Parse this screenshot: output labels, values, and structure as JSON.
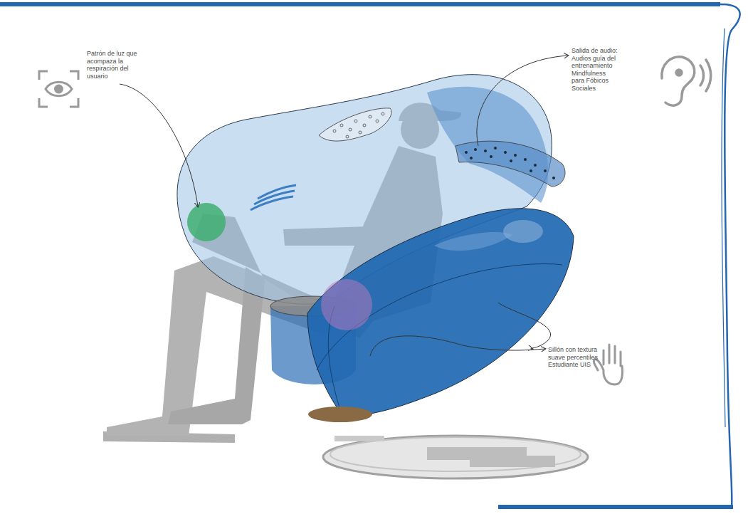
{
  "diagram": {
    "labels": [
      "Patrón de luz que acompaza la respiración del usuario",
      "Salida de audio: Audios guía del entrenamiento Mindfulness para Fóbicos Sociales",
      "Sillón con textura suave percentiles Estudiante UIS"
    ]
  }
}
